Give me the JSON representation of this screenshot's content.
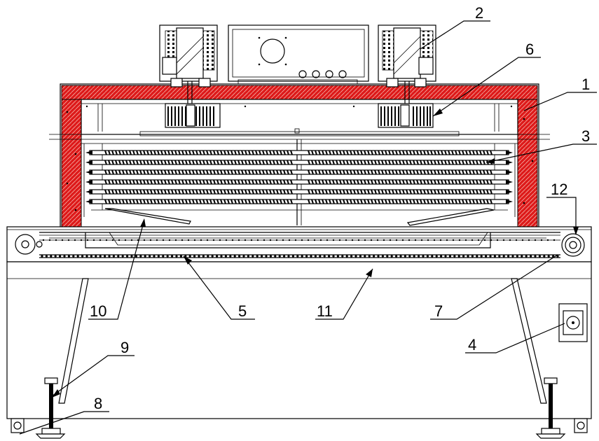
{
  "colors": {
    "insulation": "#dd1a1a",
    "line": "#000000",
    "background": "#ffffff"
  },
  "callouts": {
    "c1": "1",
    "c2": "2",
    "c3": "3",
    "c4": "4",
    "c5": "5",
    "c6": "6",
    "c7": "7",
    "c8": "8",
    "c9": "9",
    "c10": "10",
    "c11": "11",
    "c12": "12"
  }
}
